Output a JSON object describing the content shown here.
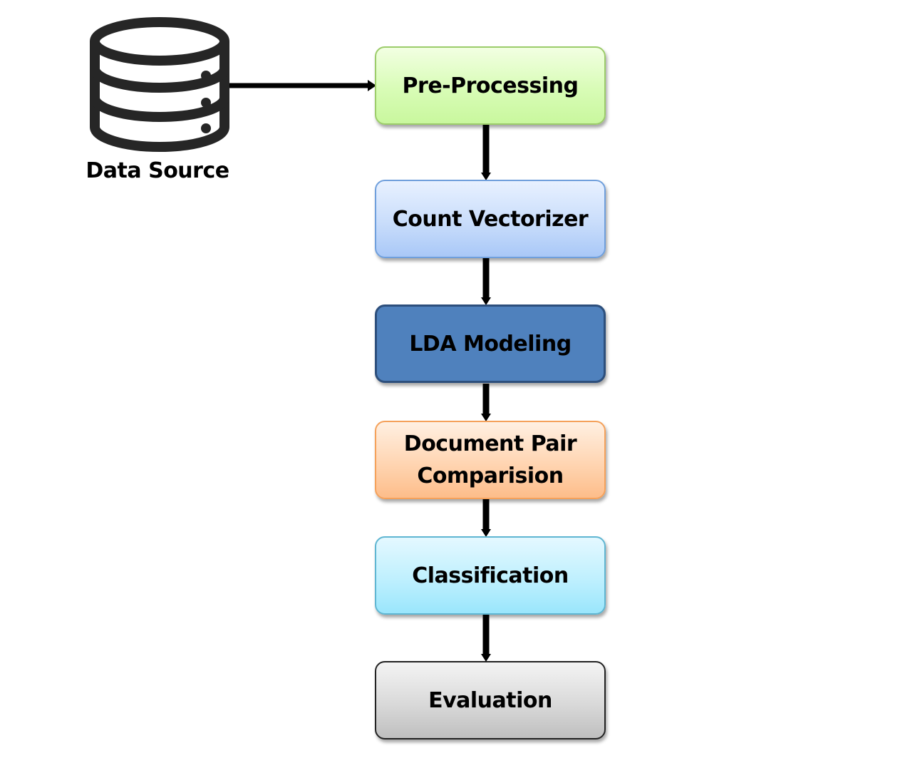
{
  "source": {
    "label": "Data Source",
    "icon": "database-icon"
  },
  "steps": [
    {
      "id": "pre-processing",
      "label": "Pre-Processing"
    },
    {
      "id": "count-vectorizer",
      "label": "Count Vectorizer"
    },
    {
      "id": "lda-modeling",
      "label": "LDA Modeling"
    },
    {
      "id": "document-pair-comparision",
      "line1": "Document Pair",
      "line2": "Comparision"
    },
    {
      "id": "classification",
      "label": "Classification"
    },
    {
      "id": "evaluation",
      "label": "Evaluation"
    }
  ],
  "colors": {
    "pre_processing": "#d8fcb6",
    "count_vectorizer": "#c9ddfb",
    "lda_modeling": "#4f81bd",
    "document_pair": "#ffd5b2",
    "classification": "#bff0fe",
    "evaluation": "#d9d9d9",
    "arrow": "#000000",
    "icon": "#262626"
  }
}
